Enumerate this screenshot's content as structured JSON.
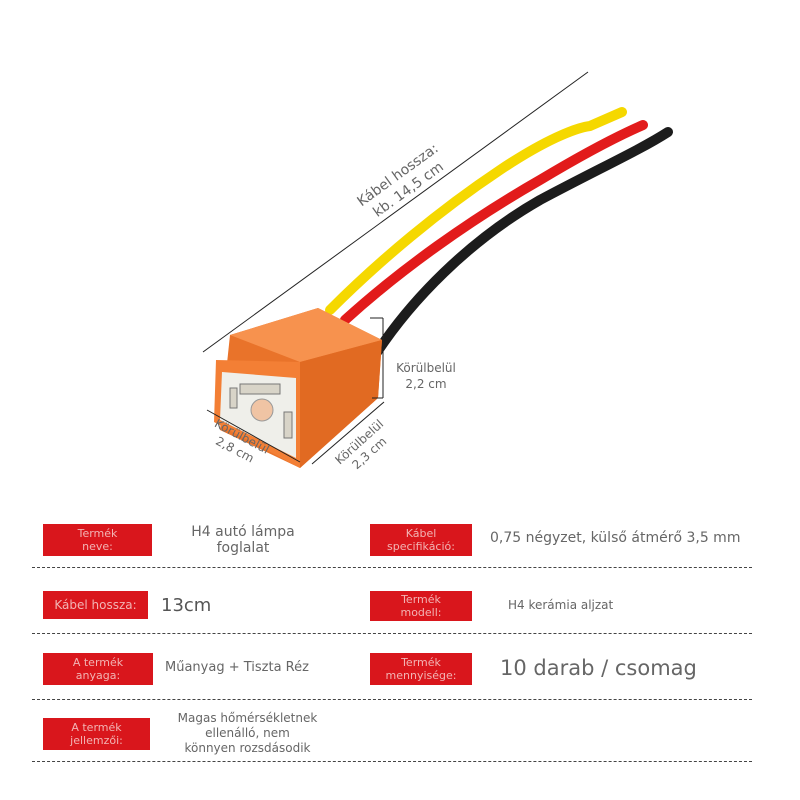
{
  "annotations": {
    "cable_length_line1": "Kábel hossza:",
    "cable_length_line2": "kb. 14,5 cm",
    "height_line1": "Körülbelül",
    "height_line2": "2,2 cm",
    "width_line1": "Körülbelül",
    "width_line2": "2,8 cm",
    "depth_line1": "Körülbelül",
    "depth_line2": "2,3 cm"
  },
  "colors": {
    "housing": "#f37f35",
    "wire_yellow": "#f5d800",
    "wire_red": "#e21b1b",
    "wire_black": "#1c1c1c",
    "label_bg": "#d9161c"
  },
  "specs": {
    "name_label": "Termék\nneve:",
    "name_value": "H4 autó lámpa\nfoglalat",
    "cable_spec_label": "Kábel\nspecifikáció:",
    "cable_spec_value": "0,75 négyzet, külső átmérő 3,5 mm",
    "cable_length_label": "Kábel hossza:",
    "cable_length_value": "13cm",
    "model_label": "Termék\nmodell:",
    "model_value": "H4 kerámia aljzat",
    "material_label": "A termék\nanyaga:",
    "material_value": "Műanyag + Tiszta Réz",
    "quantity_label": "Termék\nmennyisége:",
    "quantity_value": "10 darab / csomag",
    "features_label": "A termék\njellemzői:",
    "features_value": "Magas hőmérsékletnek\nellenálló, nem\nkönnyen rozsdásodik"
  }
}
